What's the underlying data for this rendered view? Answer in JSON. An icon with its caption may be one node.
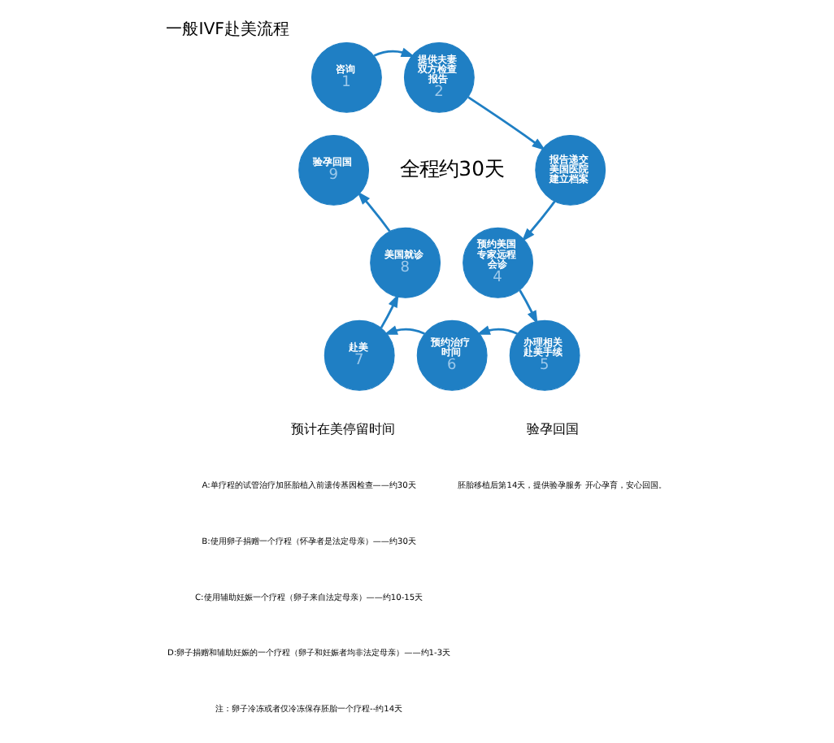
{
  "diagram": {
    "title": "一般IVF赴美流程",
    "nodes": [
      {
        "text": [
          "咨询",
          "1"
        ]
      },
      {
        "text": [
          "提供夫妻双方检查报告",
          "2"
        ]
      },
      {
        "text": [
          "报告递交美国医院建立档案"
        ]
      },
      {
        "text": [
          "预约美国专家远程会诊",
          "4"
        ]
      },
      {
        "text": [
          "办理相关赴美手续",
          "5"
        ]
      },
      {
        "text": [
          "预约治疗时间",
          "6"
        ]
      },
      {
        "text": [
          "赴美",
          "7"
        ]
      },
      {
        "text": [
          "美国就诊",
          "8"
        ]
      },
      {
        "text": [
          "验孕回国",
          "9"
        ]
      }
    ],
    "edges": [
      {
        "from": 0,
        "to": 1,
        "arrow": "to"
      },
      {
        "from": 1,
        "to": 2,
        "arrow": "to"
      },
      {
        "from": 2,
        "to": 3,
        "arrow": "to"
      },
      {
        "from": 3,
        "to": 4,
        "arrow": "to"
      },
      {
        "from": 4,
        "to": 5,
        "arrow": "to"
      },
      {
        "from": 5,
        "to": 6,
        "arrow": "to"
      },
      {
        "from": 6,
        "to": 7,
        "arrow": "to"
      },
      {
        "from": 7,
        "to": 8,
        "arrow": "to"
      }
    ],
    "labels": [
      "全程约30天",
      "预计在美停留时间",
      "A:单疗程的试管治疗加胚胎植入前遗传基因检查——约30天",
      "B:使用卵子捐赠一个疗程（怀孕者是法定母亲）——约30天",
      "C:使用辅助妊娠一个疗程（卵子来自法定母亲）——约10-15天",
      "D:卵子捐赠和辅助妊娠的一个疗程（卵子和妊娠者均非法定母亲）——约1-3天",
      "注：卵子冷冻或者仅冷冻保存胚胎一个疗程--约14天",
      "验孕回国",
      "胚胎移植后第14天，提供验孕服务 开心孕育，安心回国。"
    ]
  }
}
